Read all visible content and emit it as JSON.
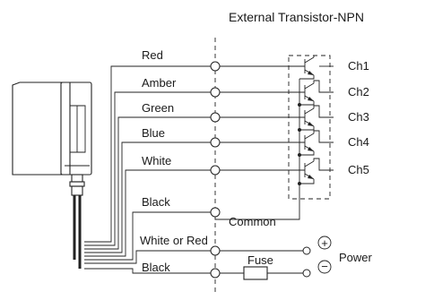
{
  "title": "External Transistor-NPN",
  "wires": [
    {
      "label": "Red"
    },
    {
      "label": "Amber"
    },
    {
      "label": "Green"
    },
    {
      "label": "Blue"
    },
    {
      "label": "White"
    },
    {
      "label": "Black"
    },
    {
      "label": "White or Red"
    },
    {
      "label": "Black"
    }
  ],
  "channels": [
    "Ch1",
    "Ch2",
    "Ch3",
    "Ch4",
    "Ch5"
  ],
  "common_label": "Common",
  "fuse_label": "Fuse",
  "power_label": "Power",
  "plus_symbol": "+",
  "minus_symbol": "−",
  "colors": {
    "line": "#222222",
    "text": "#1a1a1a",
    "background": "#ffffff"
  }
}
